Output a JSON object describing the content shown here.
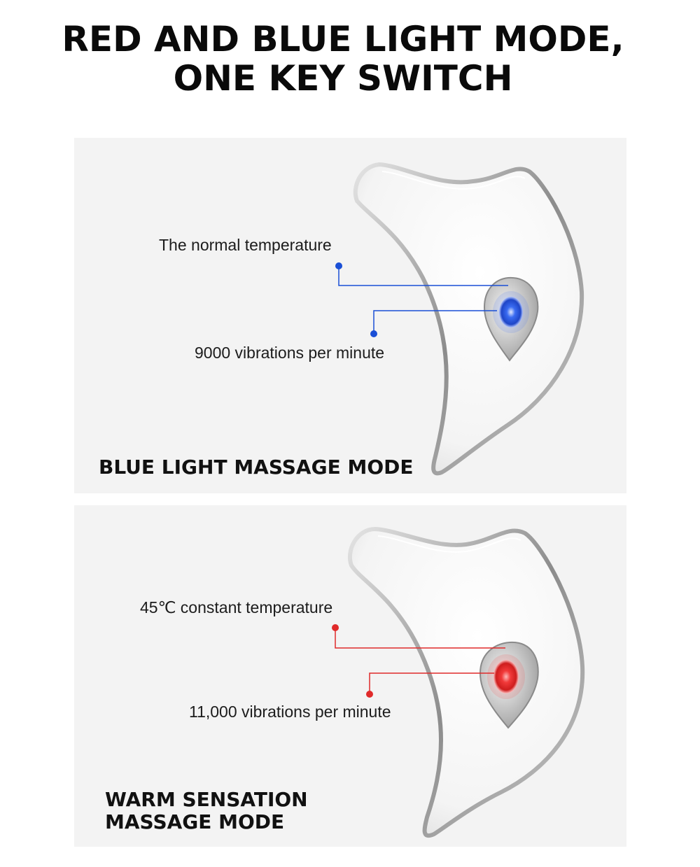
{
  "headline": {
    "line1": "RED AND BLUE LIGHT MODE,",
    "line2": "ONE KEY SWITCH"
  },
  "blue_panel": {
    "callout_top": "The normal temperature",
    "callout_bottom": "9000 vibrations per minute",
    "mode_title": "BLUE LIGHT MASSAGE MODE",
    "accent_color": "#1a4fd6"
  },
  "warm_panel": {
    "callout_top": "45℃ constant temperature",
    "callout_bottom": "11,000 vibrations per minute",
    "mode_title_line1": "WARM SENSATION",
    "mode_title_line2": "MASSAGE MODE",
    "accent_color": "#e02a2a"
  }
}
